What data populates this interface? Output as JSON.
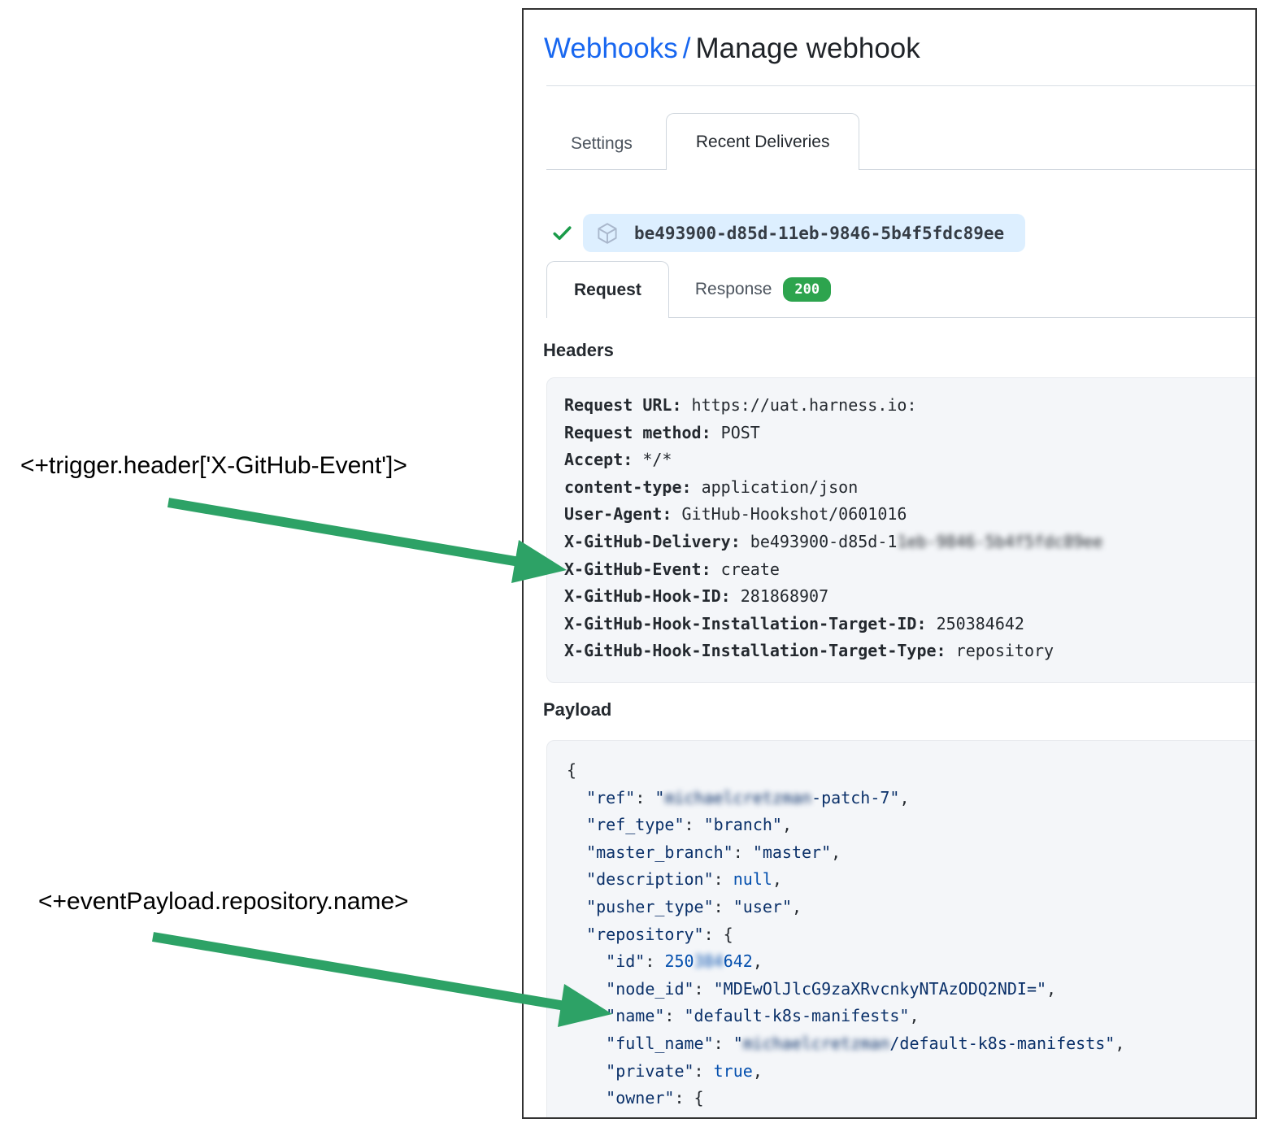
{
  "header": {
    "breadcrumb": "Webhooks",
    "separator": "/",
    "title": "Manage webhook"
  },
  "tabs_main": {
    "settings": "Settings",
    "recent_deliveries": "Recent Deliveries"
  },
  "delivery": {
    "status": "success",
    "id": "be493900-d85d-11eb-9846-5b4f5fdc89ee"
  },
  "tabs_delivery": {
    "request": "Request",
    "response": "Response",
    "response_status": "200"
  },
  "sections": {
    "headers": "Headers",
    "payload": "Payload"
  },
  "headers_lines": [
    [
      {
        "t": "Request URL:",
        "c": "hk"
      },
      {
        "t": " https://uat.harness.io:",
        "c": "hv"
      }
    ],
    [
      {
        "t": "Request method:",
        "c": "hk"
      },
      {
        "t": " POST",
        "c": "hv"
      }
    ],
    [
      {
        "t": "Accept:",
        "c": "hk"
      },
      {
        "t": " */*",
        "c": "hv"
      }
    ],
    [
      {
        "t": "content-type:",
        "c": "hk"
      },
      {
        "t": " application/json",
        "c": "hv"
      }
    ],
    [
      {
        "t": "User-Agent:",
        "c": "hk"
      },
      {
        "t": " GitHub-Hookshot/0601016",
        "c": "hv"
      }
    ],
    [
      {
        "t": "X-GitHub-Delivery:",
        "c": "hk"
      },
      {
        "t": " be493900-d85d-1",
        "c": "hv"
      },
      {
        "t": "1eb-9846-5b4f5fdc89ee",
        "c": "hv",
        "b": true
      }
    ],
    [
      {
        "t": "X-GitHub-Event:",
        "c": "hk"
      },
      {
        "t": " create",
        "c": "hv"
      }
    ],
    [
      {
        "t": "X-GitHub-Hook-ID:",
        "c": "hk"
      },
      {
        "t": " 281868907",
        "c": "hv"
      }
    ],
    [
      {
        "t": "X-GitHub-Hook-Installation-Target-ID:",
        "c": "hk"
      },
      {
        "t": " 250384642",
        "c": "hv"
      }
    ],
    [
      {
        "t": "X-GitHub-Hook-Installation-Target-Type:",
        "c": "hk"
      },
      {
        "t": " repository",
        "c": "hv"
      }
    ]
  ],
  "payload_lines": [
    [
      {
        "t": "{",
        "c": "pp"
      }
    ],
    [
      {
        "t": "  ",
        "c": "pp"
      },
      {
        "t": "\"ref\"",
        "c": "ps"
      },
      {
        "t": ": ",
        "c": "pp"
      },
      {
        "t": "\"",
        "c": "ps"
      },
      {
        "t": "michaelcretzman",
        "c": "ps",
        "b": true
      },
      {
        "t": "-patch-7\"",
        "c": "ps"
      },
      {
        "t": ",",
        "c": "pp"
      }
    ],
    [
      {
        "t": "  ",
        "c": "pp"
      },
      {
        "t": "\"ref_type\"",
        "c": "ps"
      },
      {
        "t": ": ",
        "c": "pp"
      },
      {
        "t": "\"branch\"",
        "c": "ps"
      },
      {
        "t": ",",
        "c": "pp"
      }
    ],
    [
      {
        "t": "  ",
        "c": "pp"
      },
      {
        "t": "\"master_branch\"",
        "c": "ps"
      },
      {
        "t": ": ",
        "c": "pp"
      },
      {
        "t": "\"master\"",
        "c": "ps"
      },
      {
        "t": ",",
        "c": "pp"
      }
    ],
    [
      {
        "t": "  ",
        "c": "pp"
      },
      {
        "t": "\"description\"",
        "c": "ps"
      },
      {
        "t": ": ",
        "c": "pp"
      },
      {
        "t": "null",
        "c": "pn"
      },
      {
        "t": ",",
        "c": "pp"
      }
    ],
    [
      {
        "t": "  ",
        "c": "pp"
      },
      {
        "t": "\"pusher_type\"",
        "c": "ps"
      },
      {
        "t": ": ",
        "c": "pp"
      },
      {
        "t": "\"user\"",
        "c": "ps"
      },
      {
        "t": ",",
        "c": "pp"
      }
    ],
    [
      {
        "t": "  ",
        "c": "pp"
      },
      {
        "t": "\"repository\"",
        "c": "ps"
      },
      {
        "t": ": {",
        "c": "pp"
      }
    ],
    [
      {
        "t": "    ",
        "c": "pp"
      },
      {
        "t": "\"id\"",
        "c": "ps"
      },
      {
        "t": ": ",
        "c": "pp"
      },
      {
        "t": "250",
        "c": "pn"
      },
      {
        "t": "384",
        "c": "pn",
        "b": true
      },
      {
        "t": "642",
        "c": "pn"
      },
      {
        "t": ",",
        "c": "pp"
      }
    ],
    [
      {
        "t": "    ",
        "c": "pp"
      },
      {
        "t": "\"node_id\"",
        "c": "ps"
      },
      {
        "t": ": ",
        "c": "pp"
      },
      {
        "t": "\"MDEwOlJlcG9zaXRvcnkyNTAzODQ2NDI=\"",
        "c": "ps"
      },
      {
        "t": ",",
        "c": "pp"
      }
    ],
    [
      {
        "t": "    ",
        "c": "pp"
      },
      {
        "t": "\"name\"",
        "c": "ps"
      },
      {
        "t": ": ",
        "c": "pp"
      },
      {
        "t": "\"default-k8s-manifests\"",
        "c": "ps"
      },
      {
        "t": ",",
        "c": "pp"
      }
    ],
    [
      {
        "t": "    ",
        "c": "pp"
      },
      {
        "t": "\"full_name\"",
        "c": "ps"
      },
      {
        "t": ": ",
        "c": "pp"
      },
      {
        "t": "\"",
        "c": "ps"
      },
      {
        "t": "michaelcretzman",
        "c": "ps",
        "b": true
      },
      {
        "t": "/default-k8s-manifests\"",
        "c": "ps"
      },
      {
        "t": ",",
        "c": "pp"
      }
    ],
    [
      {
        "t": "    ",
        "c": "pp"
      },
      {
        "t": "\"private\"",
        "c": "ps"
      },
      {
        "t": ": ",
        "c": "pp"
      },
      {
        "t": "true",
        "c": "pn"
      },
      {
        "t": ",",
        "c": "pp"
      }
    ],
    [
      {
        "t": "    ",
        "c": "pp"
      },
      {
        "t": "\"owner\"",
        "c": "ps"
      },
      {
        "t": ": {",
        "c": "pp"
      }
    ]
  ],
  "annotations": [
    {
      "text": "<+trigger.header['X-GitHub-Event']>"
    },
    {
      "text": "<+eventPayload.repository.name>"
    }
  ],
  "colors": {
    "link_blue": "#1867f0",
    "arrow_green": "#2da266",
    "badge_green": "#2da44e",
    "check_green": "#1a9b49",
    "pill_blue": "#ddefff",
    "code_background": "#f4f6f9",
    "json_string_navy": "#0a3069",
    "json_literal_blue": "#0550ae"
  }
}
